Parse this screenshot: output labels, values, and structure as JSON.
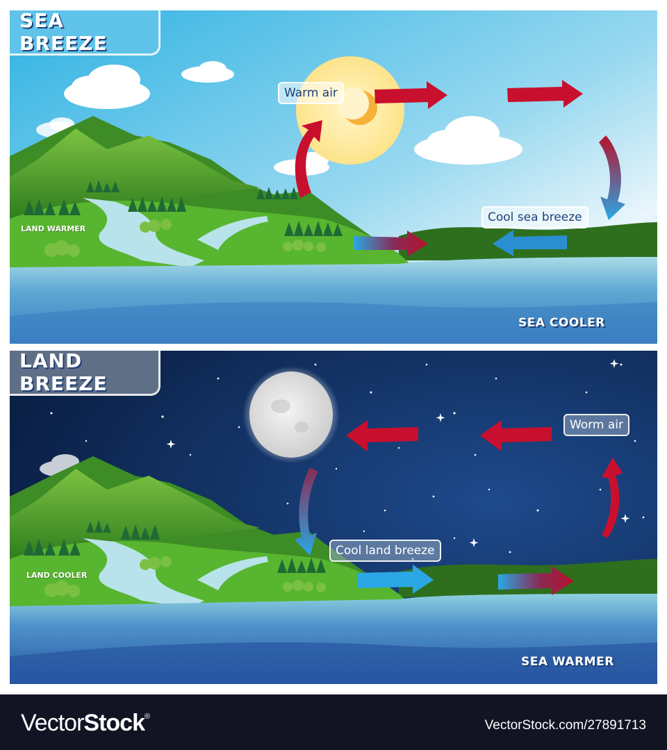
{
  "sea_breeze": {
    "title": "SEA BREEZE",
    "time_of_day": "day",
    "sky_color_top": "#33b5e5",
    "sky_color_bottom": "#e8f5fb",
    "labels": {
      "warm_air": "Warm air",
      "cool_breeze": "Cool sea breeze",
      "land": "LAND WARMER",
      "sea": "SEA COOLER"
    },
    "celestial_body": "sun-icon",
    "circulation": "clockwise: land rises warm, flows out over sea aloft, sinks over sea, cool breeze flows inland"
  },
  "land_breeze": {
    "title": "LAND BREEZE",
    "time_of_day": "night",
    "sky_color_top": "#0a1f44",
    "sky_color_bottom": "#1e4a8c",
    "labels": {
      "warm_air": "Worm air",
      "cool_breeze": "Cool land breeze",
      "land": "LAND COOLER",
      "sea": "SEA WARMER"
    },
    "celestial_body": "moon-icon",
    "circulation": "counter-clockwise: air rises over warm sea, flows toward land aloft, sinks over land, cool breeze flows seaward"
  },
  "colors": {
    "warm_arrow": "#c8102e",
    "cool_arrow": "#29a3e0",
    "land_green": "#4caf2a",
    "sea_blue": "#3a7fc1"
  },
  "footer": {
    "brand_light": "Vector",
    "brand_bold": "Stock",
    "brand_mark": "®",
    "url": "VectorStock.com/27891713"
  }
}
